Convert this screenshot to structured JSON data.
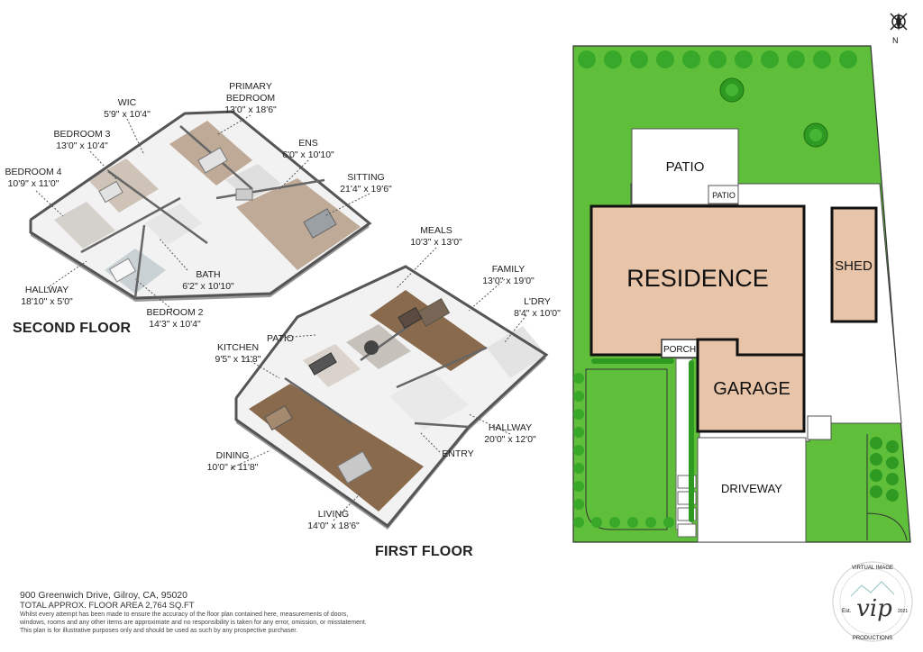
{
  "floors": {
    "second_title": "SECOND FLOOR",
    "first_title": "FIRST FLOOR"
  },
  "rooms": {
    "wic": {
      "name": "WIC",
      "dim": "5'9\" x 10'4\""
    },
    "primary_bedroom": {
      "name": "PRIMARY BEDROOM",
      "dim": "13'0\" x 18'6\""
    },
    "bedroom3": {
      "name": "BEDROOM 3",
      "dim": "13'0\" x 10'4\""
    },
    "ens": {
      "name": "ENS",
      "dim": "6'0\" x 10'10\""
    },
    "bedroom4": {
      "name": "BEDROOM 4",
      "dim": "10'9\" x 11'0\""
    },
    "sitting": {
      "name": "SITTING",
      "dim": "21'4\" x 19'6\""
    },
    "bath": {
      "name": "BATH",
      "dim": "6'2\" x 10'10\""
    },
    "hallway2": {
      "name": "HALLWAY",
      "dim": "18'10\" x 5'0\""
    },
    "bedroom2": {
      "name": "BEDROOM 2",
      "dim": "14'3\" x 10'4\""
    },
    "meals": {
      "name": "MEALS",
      "dim": "10'3\" x 13'0\""
    },
    "family": {
      "name": "FAMILY",
      "dim": "13'0\" x 19'0\""
    },
    "laundry": {
      "name": "L'DRY",
      "dim": "8'4\" x 10'0\""
    },
    "patio_first": {
      "name": "PATIO"
    },
    "kitchen": {
      "name": "KITCHEN",
      "dim": "9'5\" x 11'8\""
    },
    "hallway1": {
      "name": "HALLWAY",
      "dim": "20'0\" x 12'0\""
    },
    "entry": {
      "name": "ENTRY"
    },
    "dining": {
      "name": "DINING",
      "dim": "10'0\" x 11'8\""
    },
    "living": {
      "name": "LIVING",
      "dim": "14'0\" x 18'6\""
    }
  },
  "site_plan": {
    "north": "N",
    "patio_large": "PATIO",
    "patio_small": "PATIO",
    "residence": "RESIDENCE",
    "shed": "SHED",
    "porch": "PORCH",
    "garage": "GARAGE",
    "driveway": "DRIVEWAY"
  },
  "colors": {
    "lawn": "#5fbf3a",
    "tree": "#38a82a",
    "building": "#e8c4a8",
    "floor_wood": "#8a6a4c",
    "floor_light": "#c8b6a6"
  },
  "footer": {
    "address": "900 Greenwich Drive, Gilroy, CA, 95020",
    "total_area": "TOTAL APPROX. FLOOR AREA 2,764 SQ.FT",
    "disclaimer_1": "Whilst every attempt has been made to ensure the accuracy of the floor plan contained here, measurements of doors,",
    "disclaimer_2": "windows, rooms and any other items are approximate and no responsibility is taken for any error, omission, or misstatement.",
    "disclaimer_3": "This plan is for illustrative purposes only and should be used as such by any prospective purchaser."
  },
  "logo": {
    "ring_top": "VIRTUAL IMAGE",
    "ring_bottom": "PRODUCTIONS",
    "mark": "vip",
    "est": "Est.",
    "year": "2021"
  }
}
